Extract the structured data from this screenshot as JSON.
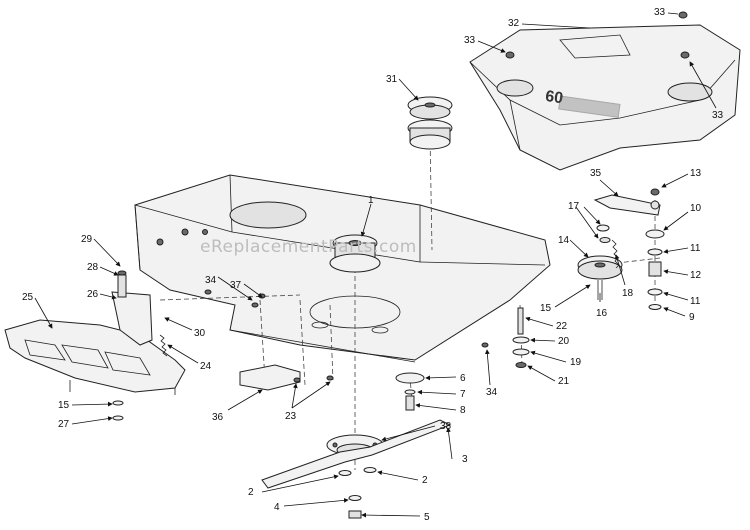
{
  "watermark": "eReplacementParts.com",
  "deck_cover_logo": "60",
  "callouts": {
    "c1": "1",
    "c2a": "2",
    "c2b": "2",
    "c3": "3",
    "c4": "4",
    "c5": "5",
    "c6": "6",
    "c7": "7",
    "c8": "8",
    "c9": "9",
    "c10": "10",
    "c11a": "11",
    "c11b": "11",
    "c12": "12",
    "c13": "13",
    "c14": "14",
    "c15a": "15",
    "c15b": "15",
    "c16": "16",
    "c17": "17",
    "c18": "18",
    "c19": "19",
    "c20": "20",
    "c21": "21",
    "c22": "22",
    "c23": "23",
    "c24": "24",
    "c25": "25",
    "c26": "26",
    "c27": "27",
    "c28": "28",
    "c29": "29",
    "c30": "30",
    "c31": "31",
    "c32": "32",
    "c33a": "33",
    "c33b": "33",
    "c33c": "33",
    "c34a": "34",
    "c34b": "34",
    "c35": "35",
    "c36": "36",
    "c37": "37",
    "c38": "38"
  }
}
